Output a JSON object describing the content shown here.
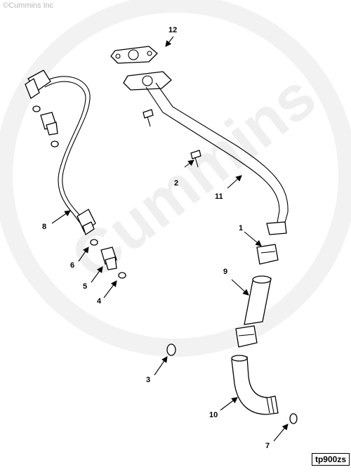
{
  "copyright": "©Cummins Inc",
  "watermark": "Cummins",
  "figure_code": "tp900zs",
  "callouts": {
    "c1": "1",
    "c2": "2",
    "c3": "3",
    "c4": "4",
    "c5": "5",
    "c6": "6",
    "c7": "7",
    "c8": "8",
    "c9": "9",
    "c10": "10",
    "c11": "11",
    "c12": "12"
  }
}
